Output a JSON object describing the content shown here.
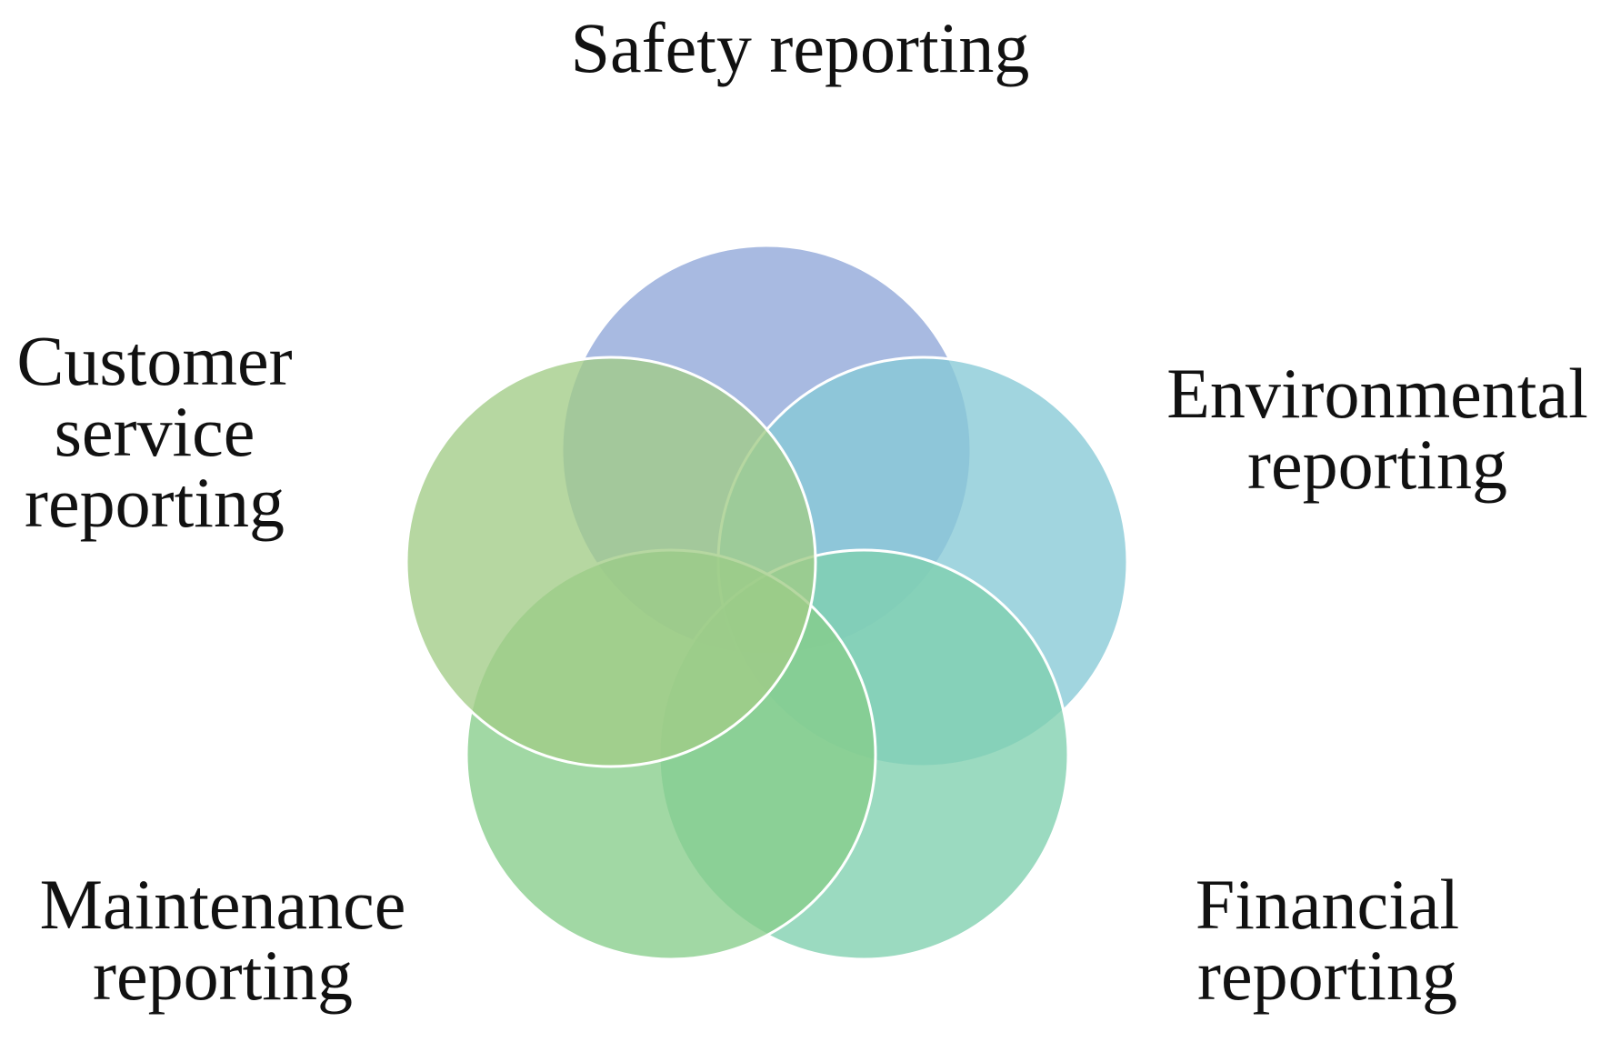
{
  "diagram": {
    "circles": [
      {
        "id": "safety",
        "label_lines": [
          "Safety reporting"
        ],
        "color": "#8fa6d8"
      },
      {
        "id": "environmental",
        "label_lines": [
          "Environmental",
          "reporting"
        ],
        "color": "#86c9d6"
      },
      {
        "id": "financial",
        "label_lines": [
          "Financial",
          "reporting"
        ],
        "color": "#7fcfae"
      },
      {
        "id": "maintenance",
        "label_lines": [
          "Maintenance",
          "reporting"
        ],
        "color": "#86cd8a"
      },
      {
        "id": "customer",
        "label_lines": [
          "Customer",
          "service",
          "reporting"
        ],
        "color": "#a2cc86"
      }
    ]
  }
}
